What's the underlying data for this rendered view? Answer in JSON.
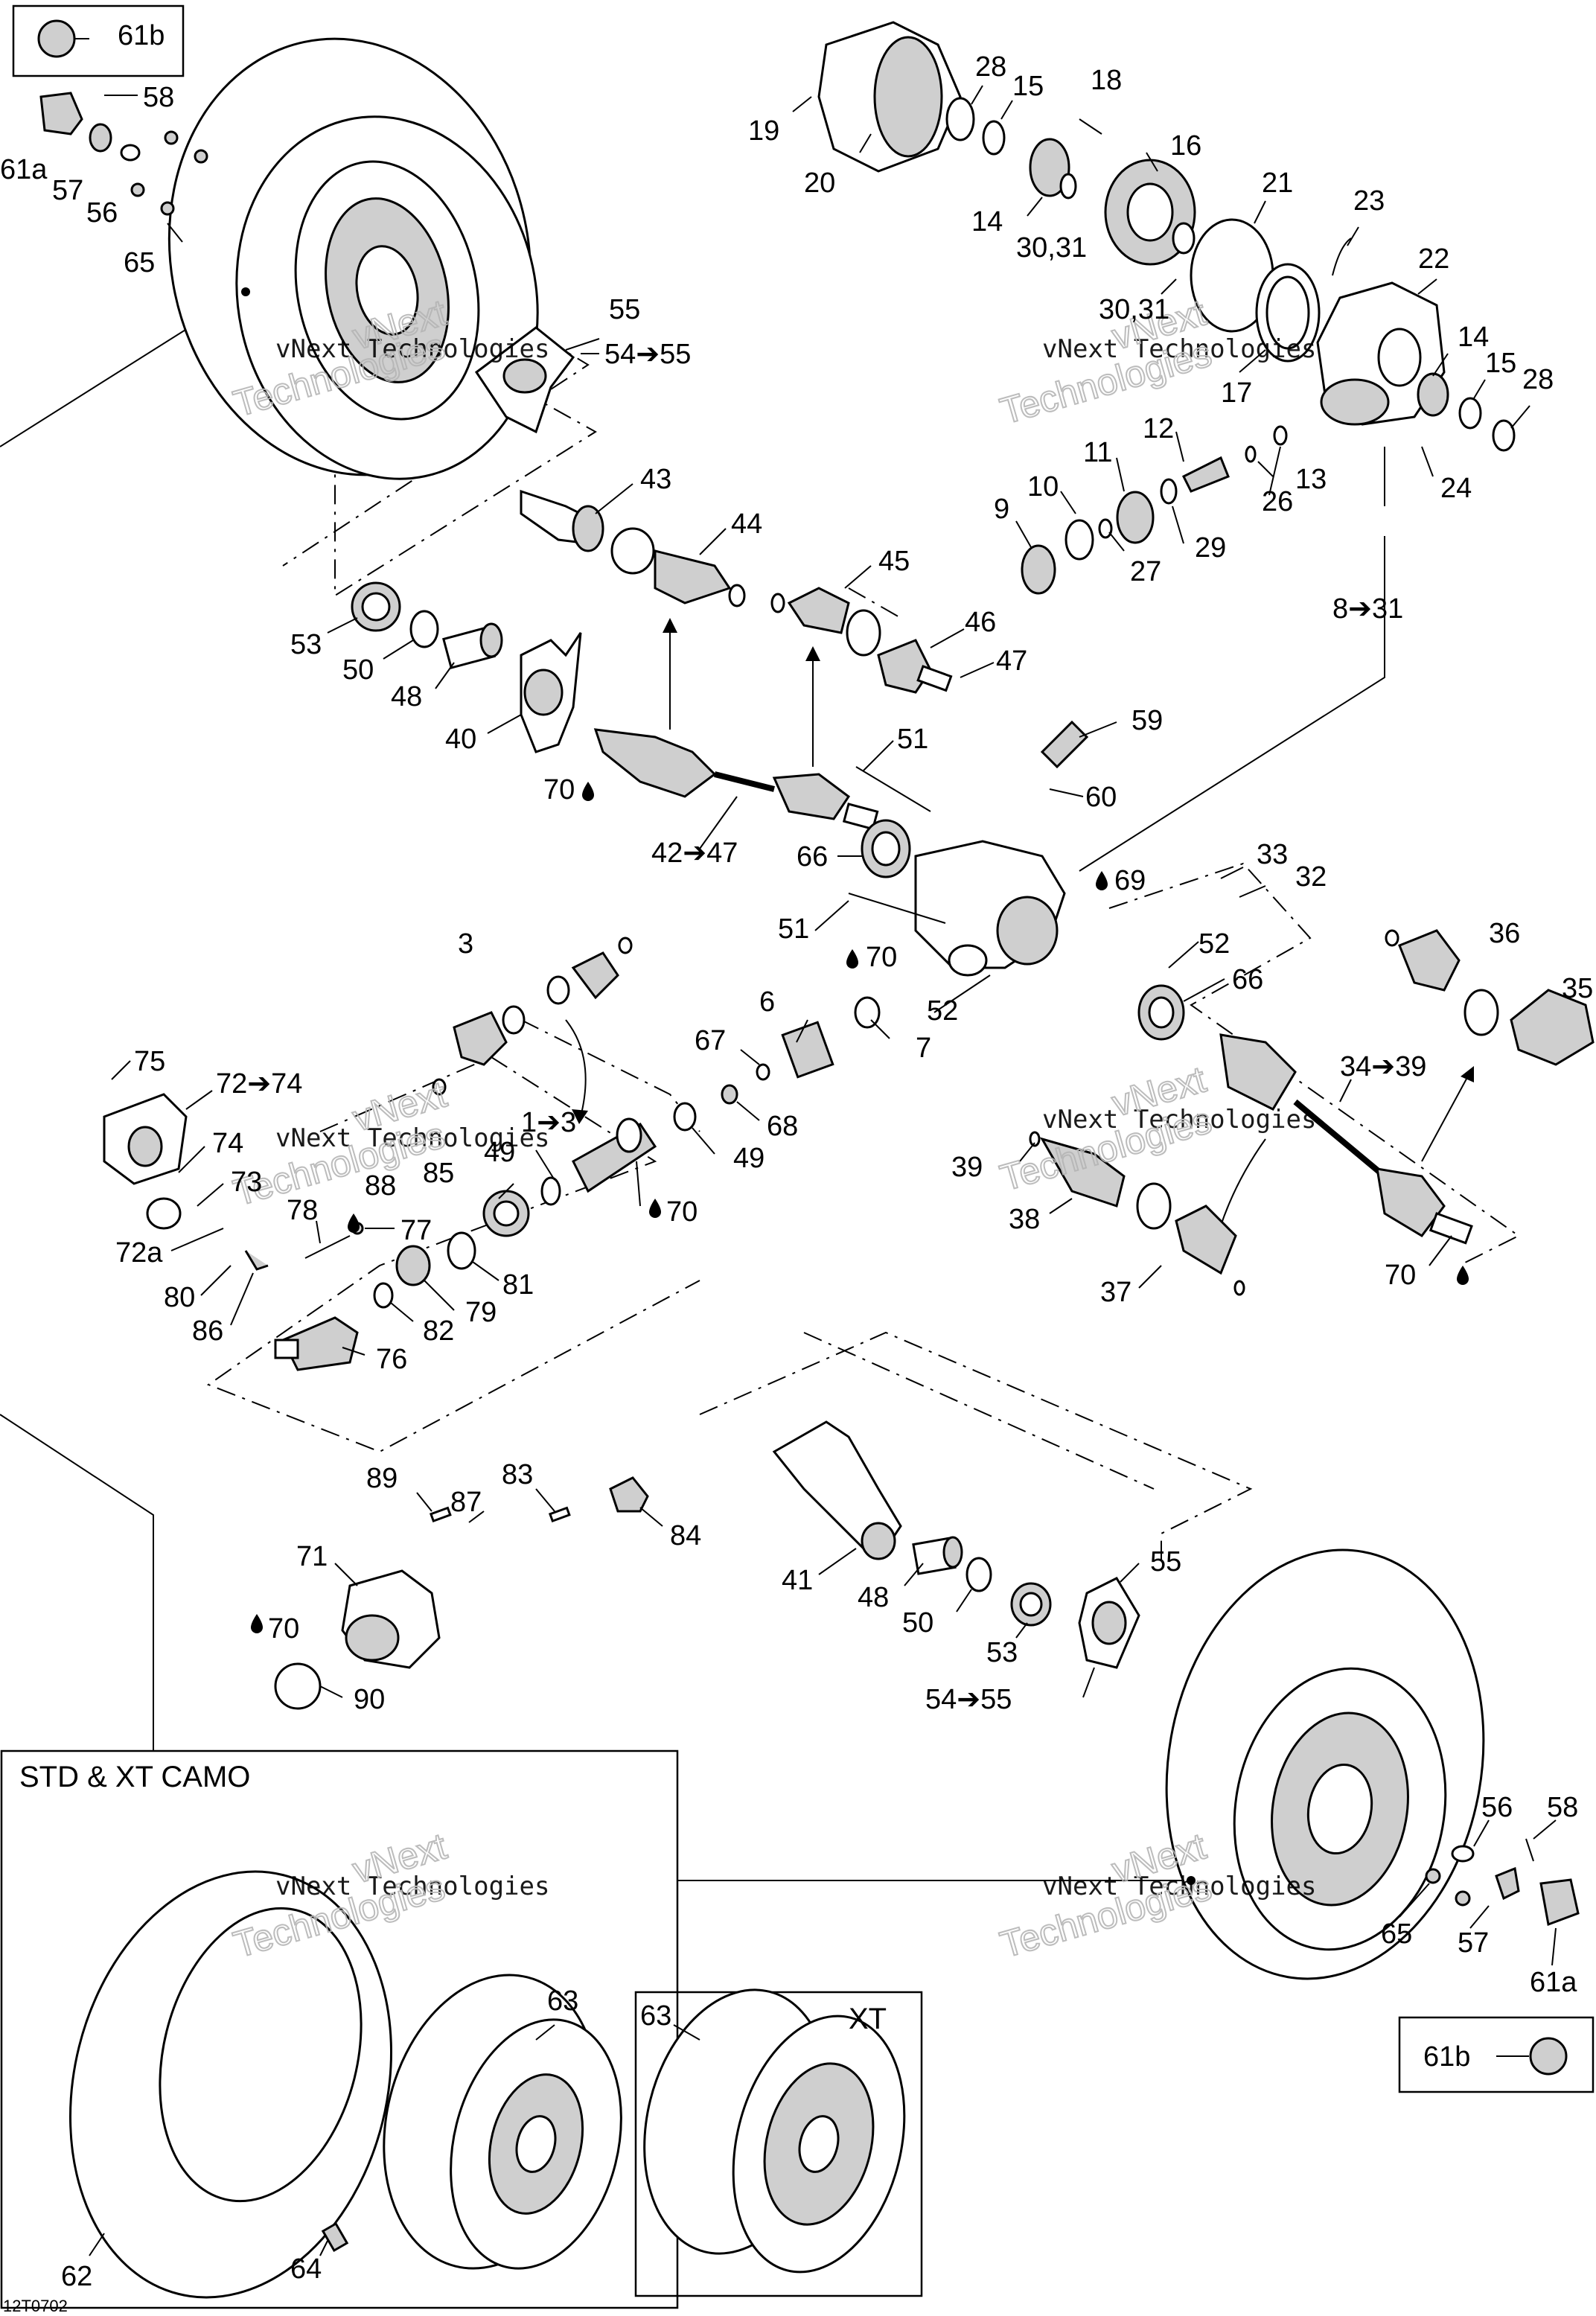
{
  "diagram": {
    "callouts": {
      "c61b_top": "61b",
      "c58_top": "58",
      "c61a_top": "61a",
      "c57_top": "57",
      "c56_top": "56",
      "c65_top": "65",
      "c19": "19",
      "c20": "20",
      "c28_top": "28",
      "c15_top": "15",
      "c18": "18",
      "c16": "16",
      "c14_top": "14",
      "c3031_a": "30,31",
      "c21": "21",
      "c23": "23",
      "c22": "22",
      "c3031_b": "30,31",
      "c17": "17",
      "c14_r": "14",
      "c15_r": "15",
      "c28_r": "28",
      "c24": "24",
      "c55_top": "55",
      "c5455_top": "54➔55",
      "c43": "43",
      "c44": "44",
      "c45": "45",
      "c46": "46",
      "c47": "47",
      "c12": "12",
      "c11": "11",
      "c10": "10",
      "c9": "9",
      "c13": "13",
      "c26": "26",
      "c27": "27",
      "c29": "29",
      "c831": "8➔31",
      "c53_top": "53",
      "c50_top": "50",
      "c48_top": "48",
      "c40": "40",
      "c70_a": "70",
      "c4247": "42➔47",
      "c51_a": "51",
      "c59": "59",
      "c60": "60",
      "c66_a": "66",
      "c69": "69",
      "c33": "33",
      "c32": "32",
      "c51_b": "51",
      "c70_b": "70",
      "c52_a": "52",
      "c52_b": "52",
      "c66_b": "66",
      "c36": "36",
      "c35": "35",
      "c3": "3",
      "c6": "6",
      "c67": "67",
      "c7": "7",
      "c68": "68",
      "c13b": "1➔3",
      "c49_a": "49",
      "c49_b": "49",
      "c85": "85",
      "c70_c": "70",
      "c88": "88",
      "c77": "77",
      "c78": "78",
      "c81": "81",
      "c79": "79",
      "c82": "82",
      "c76": "76",
      "c75": "75",
      "c7274": "72➔74",
      "c74": "74",
      "c73": "73",
      "c72a": "72a",
      "c80": "80",
      "c86": "86",
      "c3439": "34➔39",
      "c39": "39",
      "c38": "38",
      "c37": "37",
      "c70_d": "70",
      "c89": "89",
      "c87": "87",
      "c83": "83",
      "c84": "84",
      "c71": "71",
      "c70_e": "70",
      "c90": "90",
      "c41": "41",
      "c48_b": "48",
      "c50_b": "50",
      "c53_b": "53",
      "c55_b": "55",
      "c5455_b": "54➔55",
      "c56_b": "56",
      "c58_b": "58",
      "c65_b": "65",
      "c57_b": "57",
      "c61a_b": "61a",
      "c61b_b": "61b",
      "c63_a": "63",
      "c63_b": "63",
      "c62": "62",
      "c64": "64"
    },
    "box_labels": {
      "std_xt_camo": "STD & XT CAMO",
      "xt": "XT"
    },
    "watermark": {
      "line1": "vNext Technologies",
      "line2": "Technologies",
      "line3": "vNext"
    },
    "drawing_code": "12T0702"
  }
}
